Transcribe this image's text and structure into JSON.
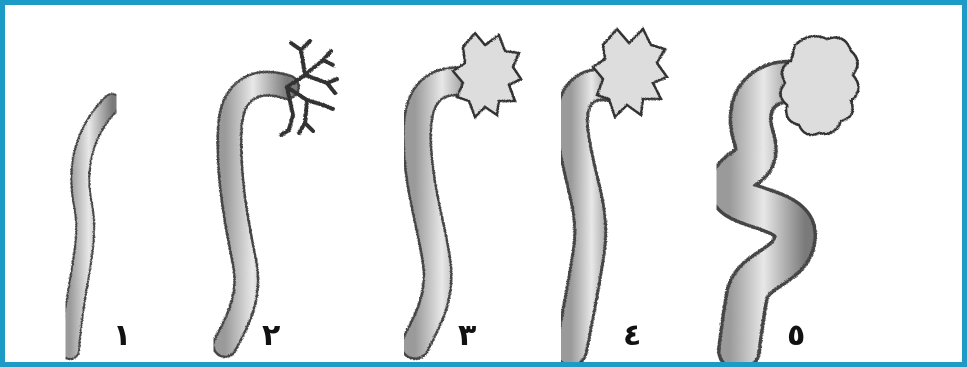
{
  "frame": {
    "border_color": "#1b9bc6"
  },
  "stages": [
    {
      "label": "١"
    },
    {
      "label": "٢"
    },
    {
      "label": "٣"
    },
    {
      "label": "٤"
    },
    {
      "label": "٥"
    }
  ]
}
